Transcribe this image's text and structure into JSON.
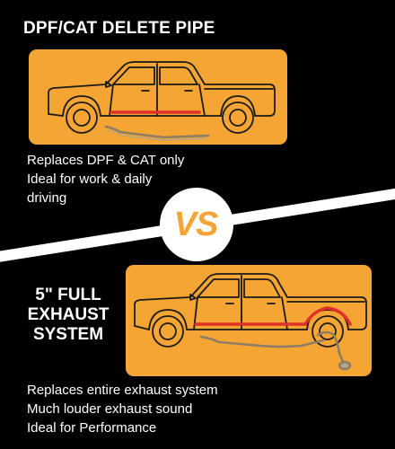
{
  "top_option": {
    "title": "DPF/CAT DELETE PIPE",
    "features": [
      "Replaces DPF & CAT only",
      "Ideal for work & daily",
      "driving"
    ]
  },
  "versus": {
    "label": "VS"
  },
  "bottom_option": {
    "title_lines": [
      "5\" FULL",
      "EXHAUST",
      "SYSTEM"
    ],
    "features": [
      "Replaces entire exhaust system",
      "Much louder exhaust sound",
      "Ideal for Performance"
    ]
  },
  "colors": {
    "accent_orange": "#f5a533",
    "exhaust_highlight": "#e0302a",
    "background": "#000000",
    "text": "#ffffff"
  },
  "icons": [
    "pickup-truck-outline-icon",
    "delete-pipe-icon",
    "full-exhaust-pipe-icon"
  ]
}
